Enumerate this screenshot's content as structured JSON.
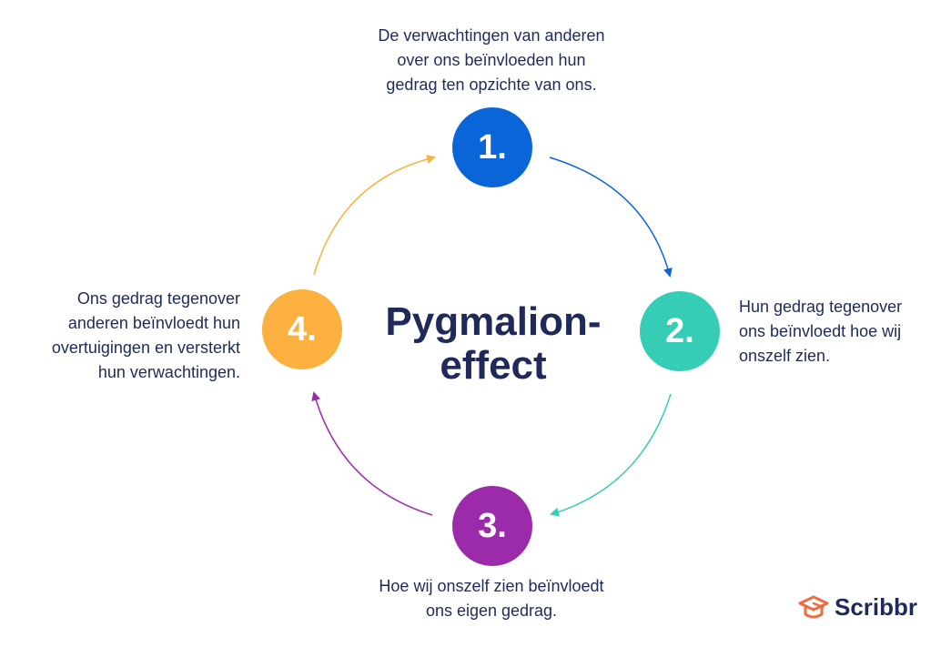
{
  "title": "Pygmalion-\neffect",
  "steps": [
    {
      "number": "1.",
      "text": "De verwachtingen van anderen\nover ons beïnvloeden hun\ngedrag ten opzichte van ons.",
      "color": "#0a66d8"
    },
    {
      "number": "2.",
      "text": "Hun gedrag tegenover\nons beïnvloedt hoe wij\nonszelf zien.",
      "color": "#35cdb6"
    },
    {
      "number": "3.",
      "text": "Hoe wij onszelf zien beïnvloedt\nons eigen gedrag.",
      "color": "#9b2bab"
    },
    {
      "number": "4.",
      "text": "Ons gedrag tegenover\nanderen beïnvloedt hun\novertuigingen en versterkt\nhun verwachtingen.",
      "color": "#fbb040"
    }
  ],
  "logo": {
    "text": "Scribbr",
    "icon": "graduation-cap-icon",
    "color": "#f16b3e"
  }
}
